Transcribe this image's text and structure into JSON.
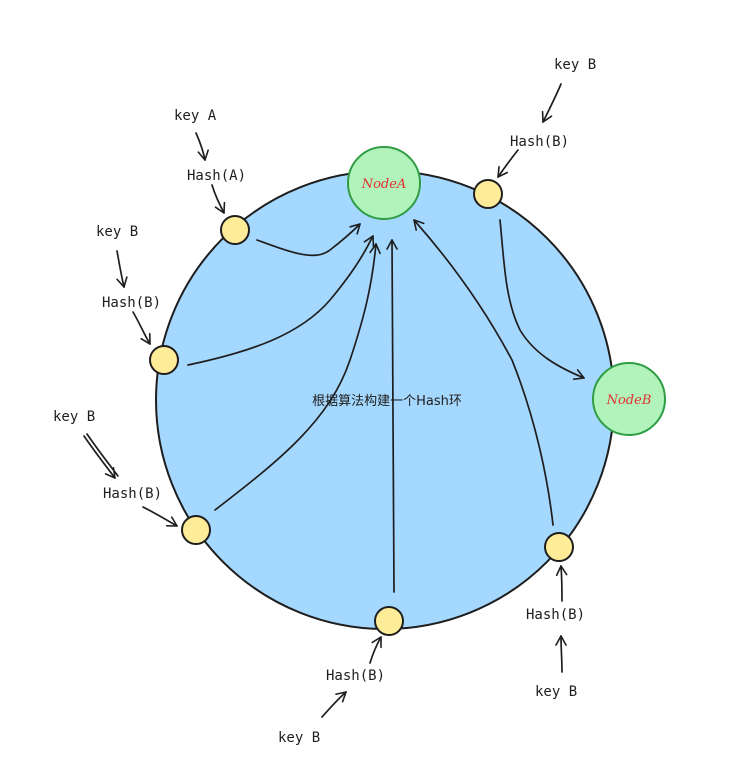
{
  "ring": {
    "caption": "根据算法构建一个Hash环",
    "fill": "#a5d8ff",
    "stroke": "#1e1e1e"
  },
  "nodes": [
    {
      "id": "node-a",
      "label": "NodeA",
      "fill": "#b2f2bb",
      "stroke": "#2f9e44",
      "text_color": "#e03131"
    },
    {
      "id": "node-b",
      "label": "NodeB",
      "fill": "#b2f2bb",
      "stroke": "#2f9e44",
      "text_color": "#e03131"
    }
  ],
  "hash_points": [
    {
      "id": "hash-point-a",
      "key_label": "key A",
      "hash_label": "Hash(A)",
      "target": "NodeA"
    },
    {
      "id": "hash-point-b-top-right",
      "key_label": "key B",
      "hash_label": "Hash(B)",
      "target": "NodeB"
    },
    {
      "id": "hash-point-b-left-upper",
      "key_label": "key B",
      "hash_label": "Hash(B)",
      "target": "NodeA"
    },
    {
      "id": "hash-point-b-left-lower",
      "key_label": "key B",
      "hash_label": "Hash(B)",
      "target": "NodeA"
    },
    {
      "id": "hash-point-b-bottom",
      "key_label": "key B",
      "hash_label": "Hash(B)",
      "target": "NodeA"
    },
    {
      "id": "hash-point-b-bottom-right",
      "key_label": "key B",
      "hash_label": "Hash(B)",
      "target": "NodeA"
    }
  ],
  "colors": {
    "hash_point_fill": "#ffec99",
    "hash_point_stroke": "#1e1e1e",
    "arrow": "#1e1e1e"
  }
}
